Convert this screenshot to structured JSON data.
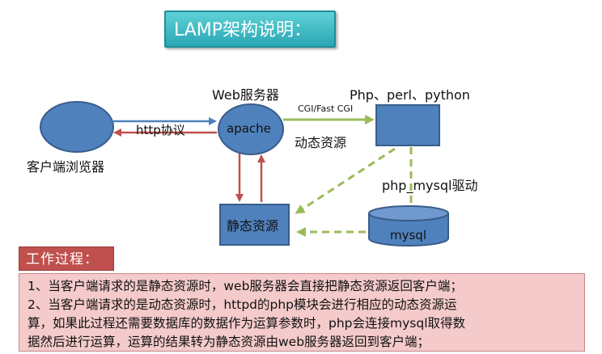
{
  "title": "LAMP架构说明：",
  "labels": {
    "web_server": "Web服务器",
    "php_langs": "Php、perl、python",
    "cgi": "CGI/Fast CGI",
    "http": "http协议",
    "apache": "apache",
    "dynamic": "动态资源",
    "client": "客户端浏览器",
    "php_mysql": "php_mysql驱动",
    "static": "静态资源",
    "mysql": "mysql"
  },
  "work": {
    "title": "工作过程：",
    "line1": "1、当客户端请求的是静态资源时，web服务器会直接把静态资源返回客户端；",
    "line2": "2、当客户端请求的是动态资源时，httpd的php模块会进行相应的动态资源运",
    "line3": "算，如果此过程还需要数据库的数据作为运算参数时，php会连接mysql取得数",
    "line4": "据然后进行运算，运算的结果转为静态资源由web服务器返回到客户端；"
  },
  "colors": {
    "node_fill": "#4f81bd",
    "node_stroke": "#385d8a",
    "arrow_blue": "#4f81bd",
    "arrow_red": "#c0504d",
    "arrow_green": "#9bbb59",
    "title_bg": "#2aa7b4",
    "work_title_bg": "#c0504d",
    "work_box_bg": "#f4caca"
  }
}
